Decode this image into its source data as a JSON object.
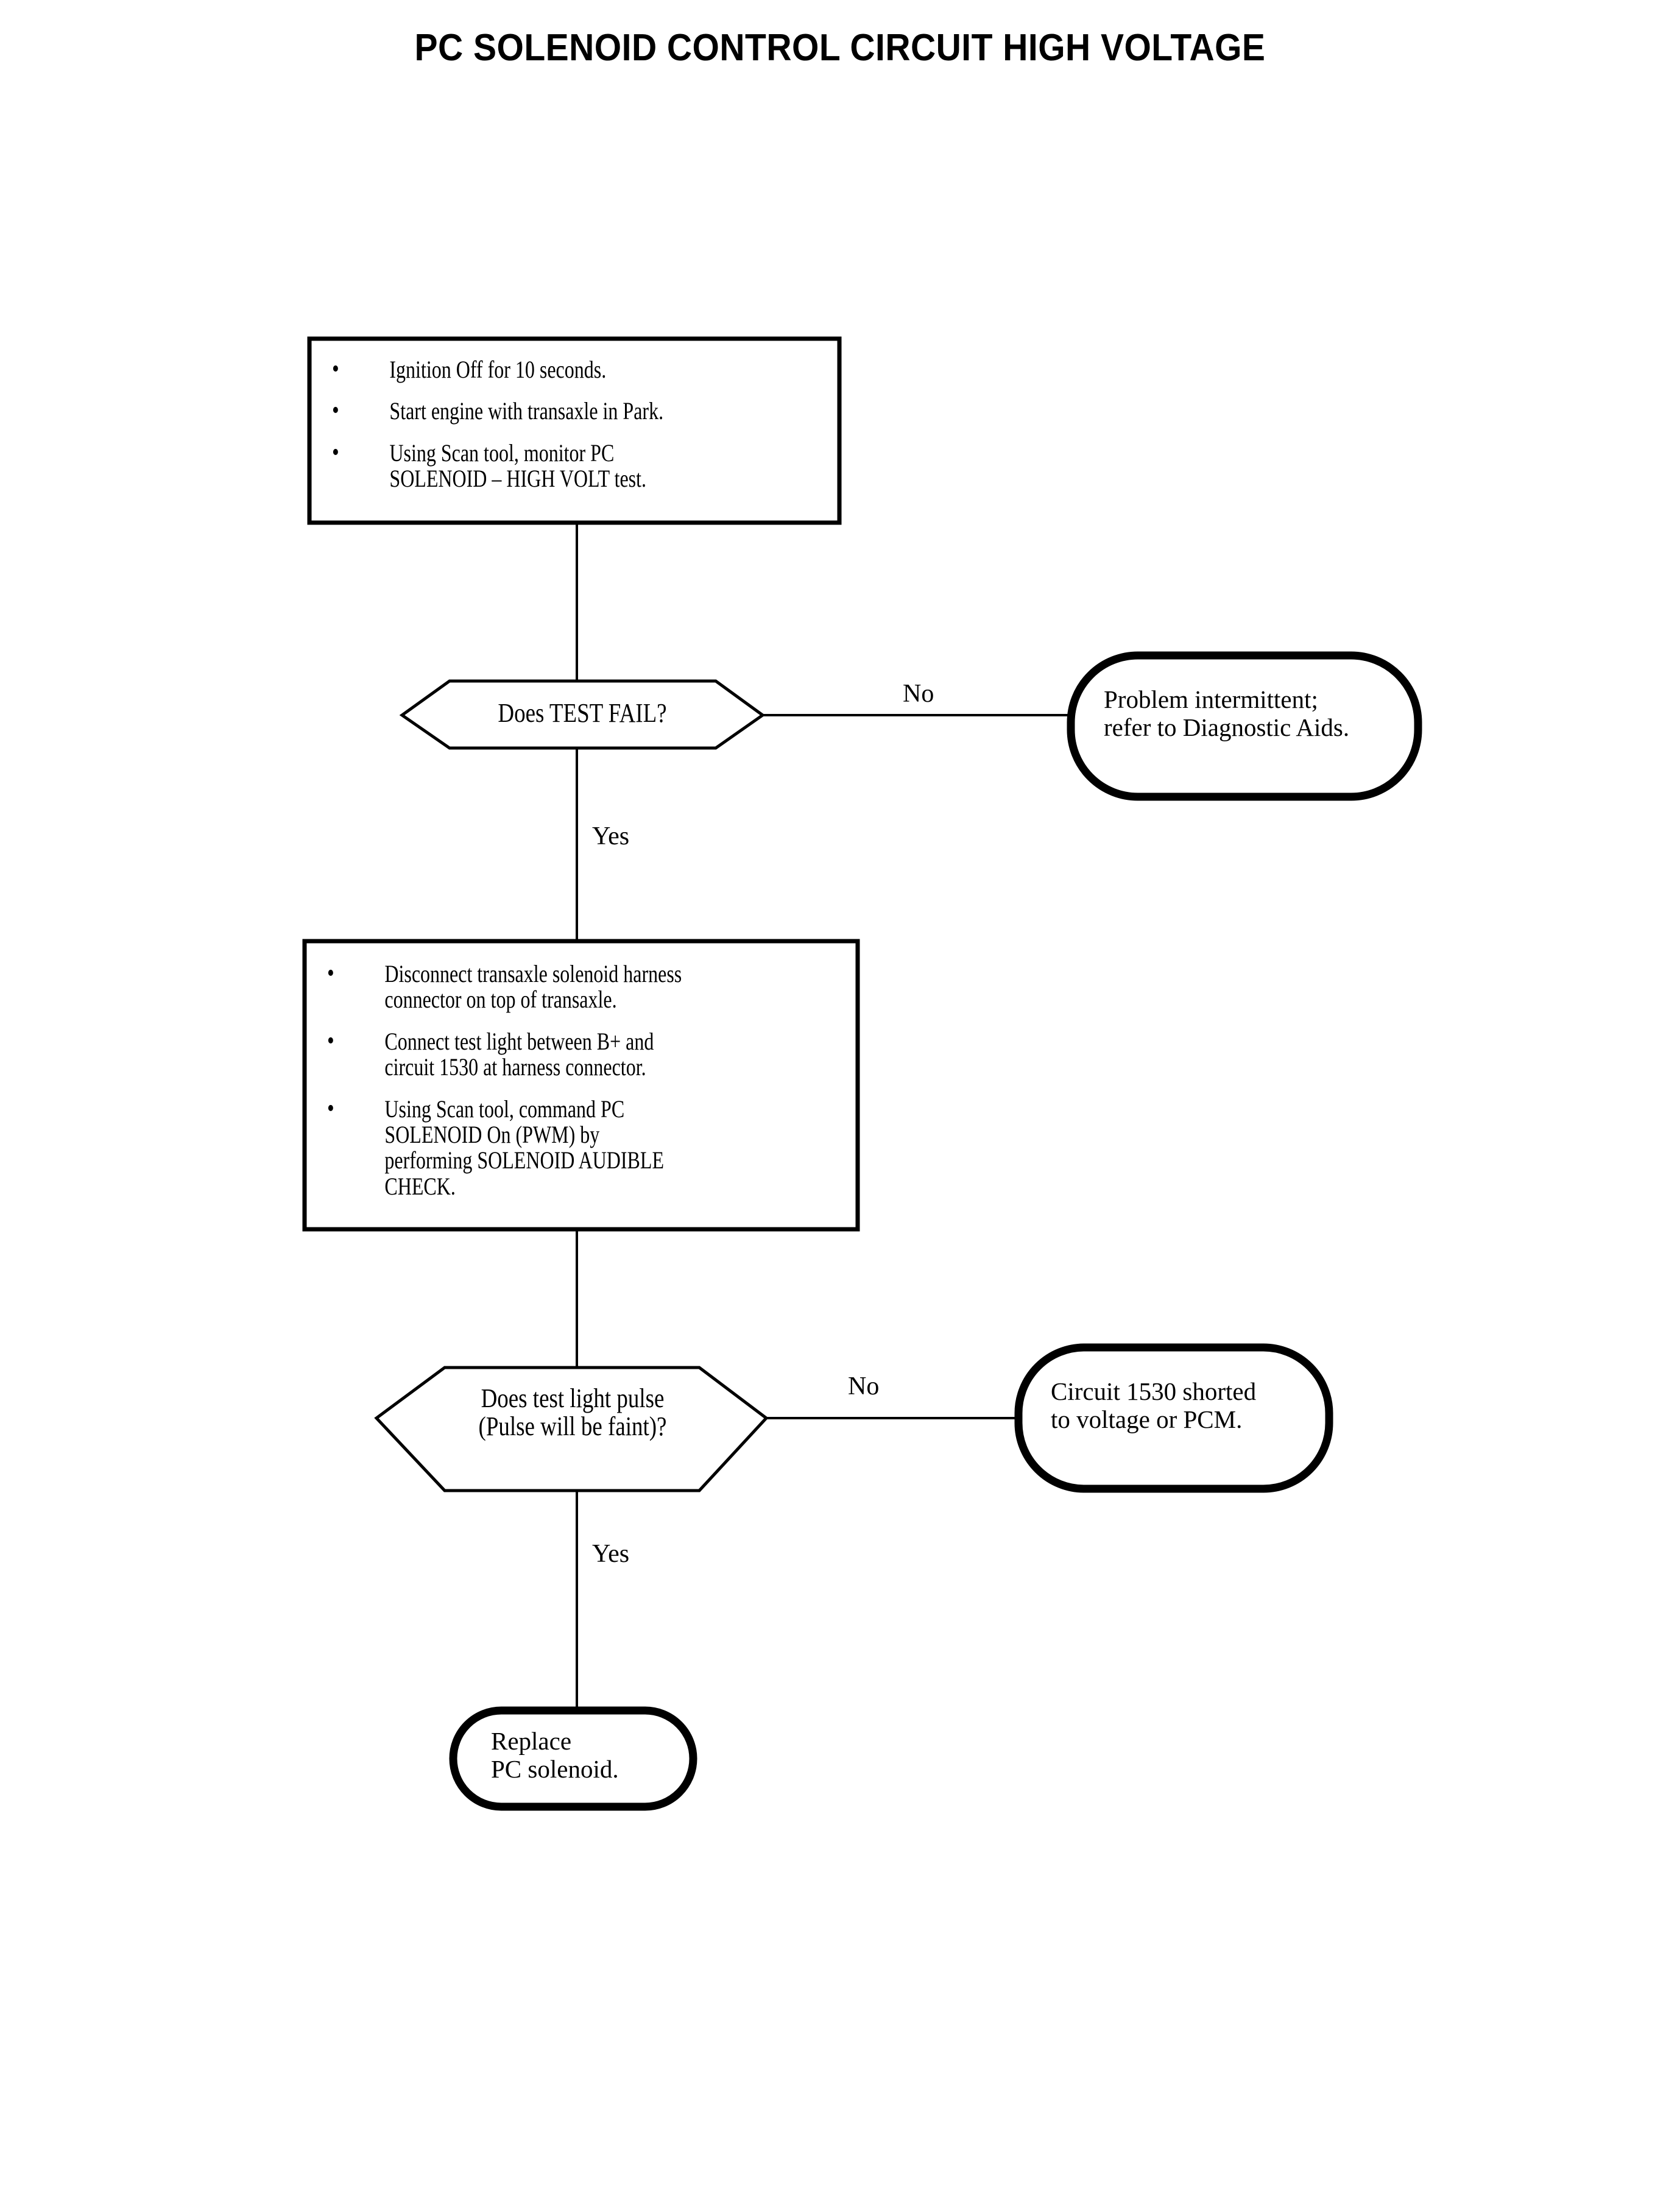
{
  "document": {
    "title": "PC SOLENOID CONTROL CIRCUIT HIGH VOLTAGE"
  },
  "flowchart": {
    "type": "diagnostic-flowchart",
    "nodes": {
      "step1": {
        "shape": "process",
        "bullets": [
          {
            "lines": [
              "Ignition Off for 10 seconds."
            ]
          },
          {
            "lines": [
              "Start engine with transaxle in Park."
            ]
          },
          {
            "lines": [
              "Using Scan tool, monitor PC",
              "SOLENOID – HIGH VOLT test."
            ]
          }
        ]
      },
      "decision1": {
        "shape": "decision",
        "lines": [
          "Does TEST FAIL?"
        ]
      },
      "outcome1": {
        "shape": "terminator",
        "lines": [
          "Problem intermittent;",
          "refer to Diagnostic Aids."
        ]
      },
      "step2": {
        "shape": "process",
        "bullets": [
          {
            "lines": [
              "Disconnect transaxle solenoid harness",
              "connector on top of transaxle."
            ]
          },
          {
            "lines": [
              "Connect test light between B+ and",
              "circuit 1530 at harness connector."
            ]
          },
          {
            "lines": [
              "Using Scan tool, command PC",
              "SOLENOID On (PWM) by",
              "performing SOLENOID AUDIBLE",
              "CHECK."
            ]
          }
        ]
      },
      "decision2": {
        "shape": "decision",
        "lines": [
          "Does test light pulse",
          "(Pulse will be faint)?"
        ]
      },
      "outcome2": {
        "shape": "terminator",
        "lines": [
          "Circuit 1530 shorted",
          "to voltage or PCM."
        ]
      },
      "outcome3": {
        "shape": "terminator",
        "lines": [
          "Replace",
          "PC solenoid."
        ]
      }
    },
    "edges": {
      "decision1_no": "No",
      "decision1_yes": "Yes",
      "decision2_no": "No",
      "decision2_yes": "Yes"
    }
  },
  "colors": {
    "page_background": "#ffffff",
    "ink": "#000000"
  }
}
